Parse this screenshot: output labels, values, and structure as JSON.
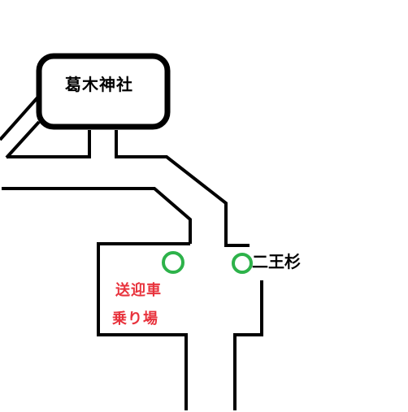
{
  "labels": {
    "shrine": "葛木神社",
    "niou_sugi": "二王杉",
    "shuttle_line1": "送迎車",
    "shuttle_line2": "乗り場"
  },
  "colors": {
    "road": "#000000",
    "marker": "#2db24a",
    "shuttle_text": "#e8323c",
    "label_text": "#000000"
  },
  "legend": {
    "marker_shape": "circle-outline"
  }
}
